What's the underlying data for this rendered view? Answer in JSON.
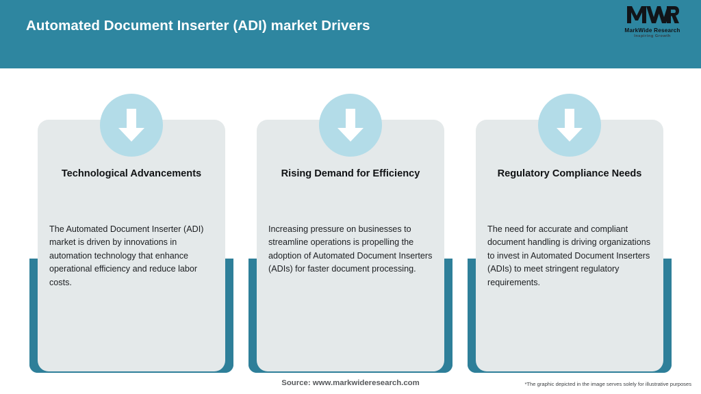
{
  "header": {
    "title": "Automated Document Inserter (ADI) market Drivers",
    "background_color": "#2E86A0",
    "title_color": "#ffffff"
  },
  "logo": {
    "monogram": "MWR",
    "brand_name": "MarkWide Research",
    "tagline": "Inspiring Growth"
  },
  "theme": {
    "accent_teal": "#2E7F99",
    "header_teal": "#2E86A0",
    "card_background": "#E4E9EA",
    "badge_blue": "#B3DCE8",
    "arrow_color": "#ffffff",
    "page_background": "#ffffff"
  },
  "cards": [
    {
      "icon": "down-arrow-icon",
      "title": "Technological Advancements",
      "body": "The Automated Document Inserter (ADI) market is driven by innovations in automation technology that enhance operational efficiency and reduce labor costs."
    },
    {
      "icon": "down-arrow-icon",
      "title": "Rising Demand for Efficiency",
      "body": "Increasing pressure on businesses to streamline operations is propelling the adoption of Automated Document Inserters (ADIs) for faster document processing."
    },
    {
      "icon": "down-arrow-icon",
      "title": "Regulatory Compliance Needs",
      "body": "The need for accurate and compliant document handling is driving organizations to invest in Automated Document Inserters (ADIs) to meet stringent regulatory requirements."
    }
  ],
  "footer": {
    "source": "Source: www.markwideresearch.com",
    "disclaimer": "*The graphic depicted in the image serves solely for illustrative purposes"
  }
}
